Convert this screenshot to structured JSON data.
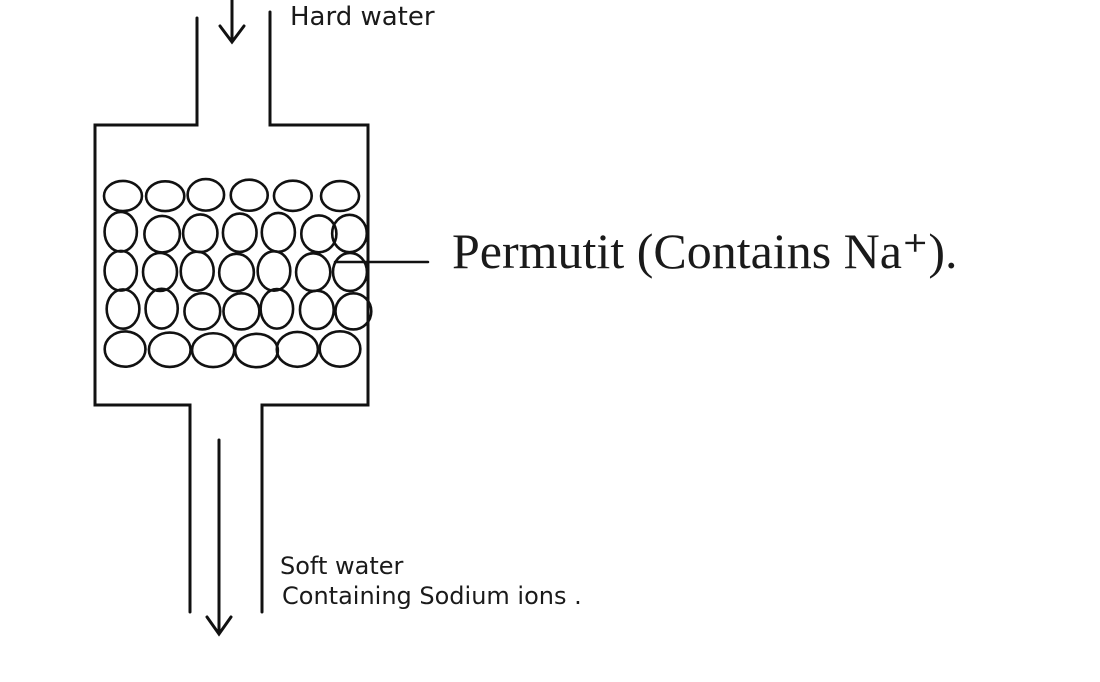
{
  "labels": {
    "inlet": "Hard water",
    "resin": "Permutit (Contains Na⁺).",
    "outlet_line1": "Soft water",
    "outlet_line2": "Containing Sodium ions ."
  },
  "colors": {
    "ink": "#111111",
    "background": "#ffffff"
  }
}
